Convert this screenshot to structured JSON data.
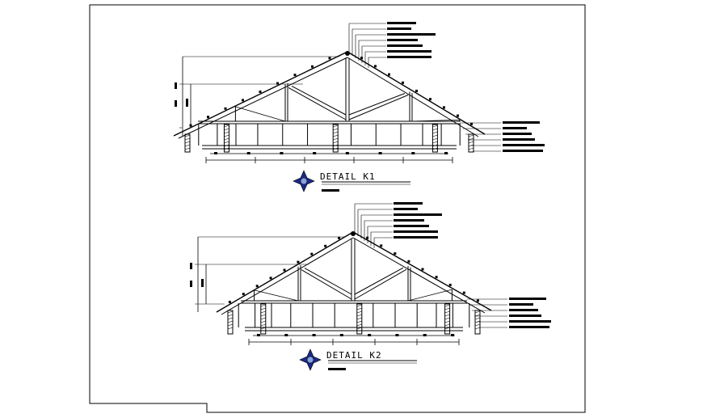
{
  "details": [
    {
      "id": "k1",
      "title": "DETAIL K1"
    },
    {
      "id": "k2",
      "title": "DETAIL K2"
    }
  ],
  "colors": {
    "line": "#000000",
    "symbol_fill": "#1a2a8a",
    "symbol_light": "#8aa0e0",
    "background": "#ffffff"
  },
  "icons": [
    "section-marker-icon"
  ]
}
